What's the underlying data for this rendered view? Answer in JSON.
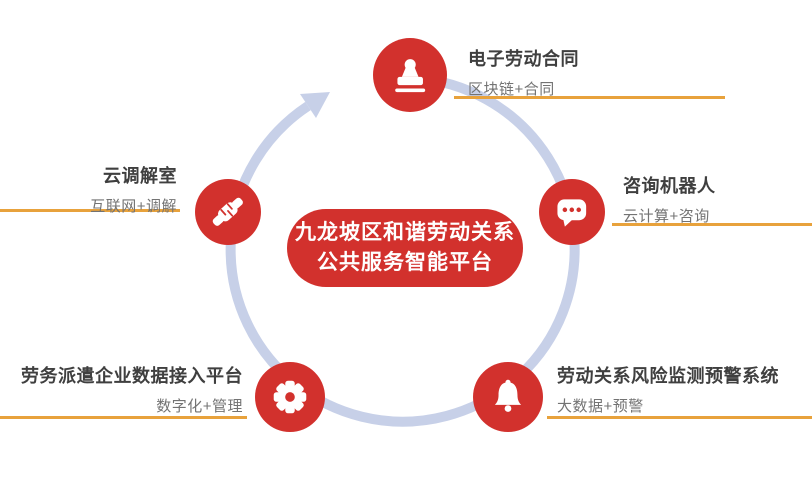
{
  "diagram_title": {
    "line1": "九龙坡区和谐劳动关系",
    "line2": "公共服务智能平台"
  },
  "nodes": [
    {
      "icon": "stamp-icon",
      "title": "电子劳动合同",
      "subtitle": "区块链+合同"
    },
    {
      "icon": "chat-bubble-icon",
      "title": "咨询机器人",
      "subtitle": "云计算+咨询"
    },
    {
      "icon": "bell-icon",
      "title": "劳动关系风险监测预警系统",
      "subtitle": "大数据+预警"
    },
    {
      "icon": "gear-icon",
      "title": "劳务派遣企业数据接入平台",
      "subtitle": "数字化+管理"
    },
    {
      "icon": "handshake-icon",
      "title": "云调解室",
      "subtitle": "互联网+调解"
    }
  ],
  "colors": {
    "node_red": "#d2312d",
    "accent_orange": "#e8a23c",
    "ring_blue": "#c7d0e8",
    "title_text": "#3f3f3f",
    "subtitle_text": "#737373"
  }
}
